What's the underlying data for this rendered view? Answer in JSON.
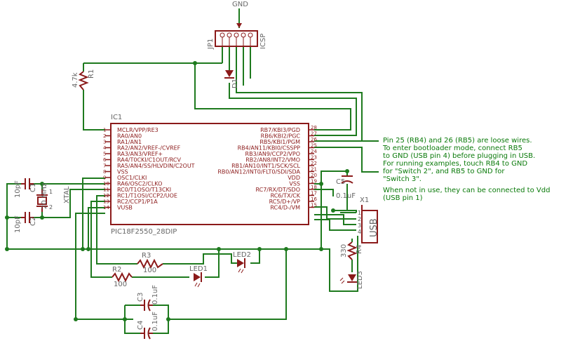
{
  "gnd_label": "GND",
  "jp1": {
    "ref": "JP1",
    "name": "ICSP"
  },
  "r1": {
    "ref": "R1",
    "value": "4.7k"
  },
  "d1": {
    "ref": "D1"
  },
  "ic1": {
    "ref": "IC1",
    "part": "PIC18F2550_28DIP",
    "left_pins": [
      {
        "num": "1",
        "name": "MCLR/VPP/RE3"
      },
      {
        "num": "2",
        "name": "RA0/AN0"
      },
      {
        "num": "3",
        "name": "RA1/AN1"
      },
      {
        "num": "4",
        "name": "RA2/AN2/VREF-/CVREF"
      },
      {
        "num": "5",
        "name": "RA3/AN3/VREF+"
      },
      {
        "num": "6",
        "name": "RA4/T0CKI/C1OUT/RCV"
      },
      {
        "num": "7",
        "name": "RA5/AN4/SS/HLVDIN/C2OUT"
      },
      {
        "num": "8",
        "name": "VSS"
      },
      {
        "num": "9",
        "name": "OSC1/CLKI"
      },
      {
        "num": "10",
        "name": "RA6/OSC2/CLKO"
      },
      {
        "num": "11",
        "name": "RC0/T1OSO/T13CKI"
      },
      {
        "num": "12",
        "name": "RC1/T1OSI/CCP2/UOE"
      },
      {
        "num": "13",
        "name": "RC2/CCP1/P1A"
      },
      {
        "num": "14",
        "name": "VUSB"
      }
    ],
    "right_pins": [
      {
        "num": "28",
        "name": "RB7/KBI3/PGD"
      },
      {
        "num": "27",
        "name": "RB6/KBI2/PGC"
      },
      {
        "num": "26",
        "name": "RB5/KBI1/PGM"
      },
      {
        "num": "25",
        "name": "RB4/AN11/KBI0/CSSPP"
      },
      {
        "num": "24",
        "name": "RB3/AN9/CCP2/VPO"
      },
      {
        "num": "23",
        "name": "RB2/AN8/INT2/VMO"
      },
      {
        "num": "22",
        "name": "RB1/AN10/INT1/SCK/SCL"
      },
      {
        "num": "21",
        "name": "RB0/AN12/INT0/FLT0/SDI/SDA"
      },
      {
        "num": "20",
        "name": "VDD"
      },
      {
        "num": "19",
        "name": "VSS"
      },
      {
        "num": "18",
        "name": "RC7/RX/DT/SDO"
      },
      {
        "num": "17",
        "name": "RC6/TX/CK"
      },
      {
        "num": "16",
        "name": "RC5/D+/VP"
      },
      {
        "num": "15",
        "name": "RC4/D-/VM"
      }
    ]
  },
  "c1": {
    "ref": "C1",
    "value": "10pF"
  },
  "c2": {
    "ref": "C2",
    "value": "10pF"
  },
  "xtal": {
    "ref": "XTAL",
    "value": "20 MHz",
    "pin1": "1",
    "pin2": "2"
  },
  "c5": {
    "ref": "C5",
    "value": "0.1uF"
  },
  "x1": {
    "ref": "X1",
    "name": "USB",
    "pins": [
      "1",
      "2",
      "3",
      "4"
    ]
  },
  "r4": {
    "ref": "R4",
    "value": "330"
  },
  "led3": {
    "ref": "LED3"
  },
  "r3": {
    "ref": "R3",
    "value": "100"
  },
  "r2": {
    "ref": "R2",
    "value": "100"
  },
  "led1": {
    "ref": "LED1"
  },
  "led2": {
    "ref": "LED2"
  },
  "c3": {
    "ref": "C3",
    "value": "0.1uF"
  },
  "c4": {
    "ref": "C4",
    "value": "0.1uF"
  },
  "note": {
    "lines": [
      "Pin 25 (RB4) and 26 (RB5) are loose wires.",
      "To enter bootloader mode, connect RB5",
      "to GND (USB pin 4) before plugging in USB.",
      "For running examples, touch RB4 to GND",
      "for \"Switch 2\", and RB5 to GND for",
      "\"Switch 3\".",
      "",
      "When not in use, they can be connected to Vdd",
      "(USB pin 1)"
    ]
  },
  "colors": {
    "wire": "#1e7a1e",
    "part": "#8b1a1a",
    "label": "#555555",
    "note": "#0a7a0a"
  }
}
